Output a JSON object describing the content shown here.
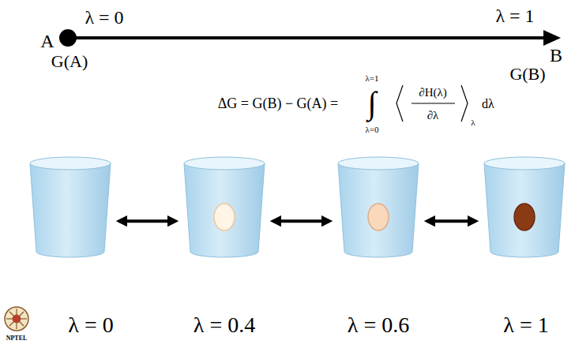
{
  "diagram": {
    "nodes": [
      {
        "text": [
          "λ = 0"
        ]
      },
      {
        "text": [
          "λ = 0.4"
        ]
      },
      {
        "text": [
          "λ = 0.6"
        ]
      },
      {
        "text": [
          "λ = 1"
        ]
      }
    ],
    "edges": [
      {
        "from": 0,
        "to": 1,
        "arrow": "both"
      },
      {
        "from": 1,
        "to": 2,
        "arrow": "both"
      },
      {
        "from": 2,
        "to": 3,
        "arrow": "both"
      }
    ],
    "labels": [
      "λ = 0",
      "A",
      "G(A)",
      "λ = 1",
      "B",
      "G(B)",
      "ΔG = G(B) − G(A) =",
      "λ=1",
      "∫",
      "λ=0",
      "∂H(λ)",
      "∂λ",
      "λ",
      "dλ",
      "NPTEL"
    ]
  }
}
